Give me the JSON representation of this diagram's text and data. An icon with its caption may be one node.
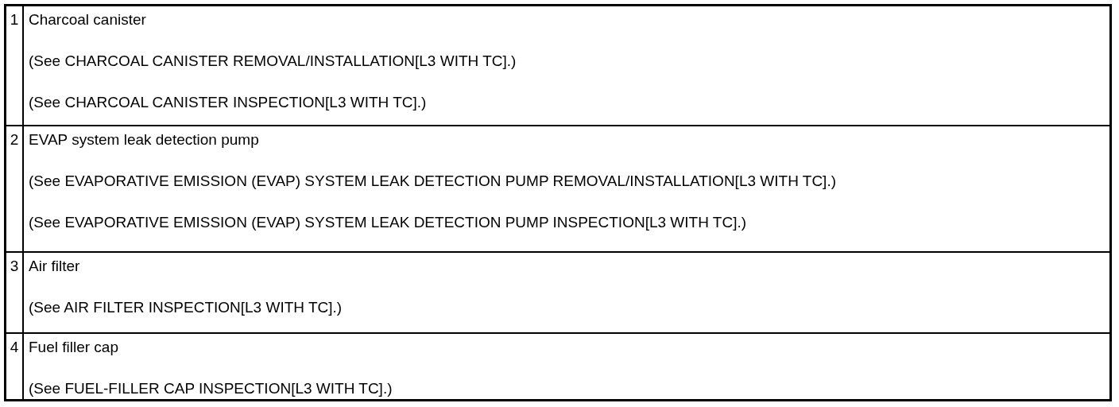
{
  "diagram": {
    "labels": [
      "1",
      "Charcoal canister",
      "(See CHARCOAL CANISTER REMOVAL/INSTALLATION[L3 WITH TC].)",
      "(See CHARCOAL CANISTER INSPECTION[L3 WITH TC].)",
      "2",
      "EVAP system leak detection pump",
      "(See EVAPORATIVE EMISSION (EVAP) SYSTEM LEAK DETECTION PUMP REMOVAL/INSTALLATION[L3 WITH TC].)",
      "(See EVAPORATIVE EMISSION (EVAP) SYSTEM LEAK DETECTION PUMP INSPECTION[L3 WITH TC].)",
      "3",
      "Air filter",
      "(See AIR FILTER INSPECTION[L3 WITH TC].)",
      "4",
      "Fuel filler cap",
      "(See FUEL-FILLER CAP INSPECTION[L3 WITH TC].)"
    ]
  }
}
